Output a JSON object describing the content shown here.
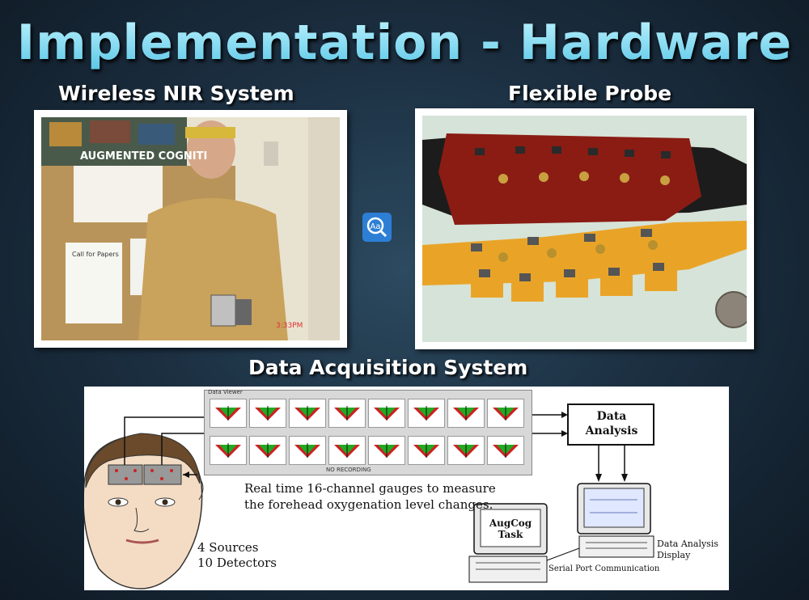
{
  "slide": {
    "title": "Implementation - Hardware",
    "left_caption": "Wireless NIR System",
    "right_caption": "Flexible Probe",
    "bottom_caption": "Data Acquisition System"
  },
  "photo_left": {
    "wall_banner": "AUGMENTED COGNITI",
    "poster_text": "Call for Papers",
    "timestamp": "3:33PM"
  },
  "diagram": {
    "gauge_panel_title": "Data Viewer",
    "gauge_panel_footer": "NO RECORDING",
    "gauge_text": "Real time 16-channel gauges to measure the forehead oxygenation level changes.",
    "sources": "4 Sources",
    "detectors": "10 Detectors",
    "data_analysis": "Data Analysis",
    "augcog": "AugCog Task",
    "serial": "Serial Port Communication",
    "display": "Data Analysis Display"
  },
  "icons": {
    "lens": "search-text-icon"
  }
}
